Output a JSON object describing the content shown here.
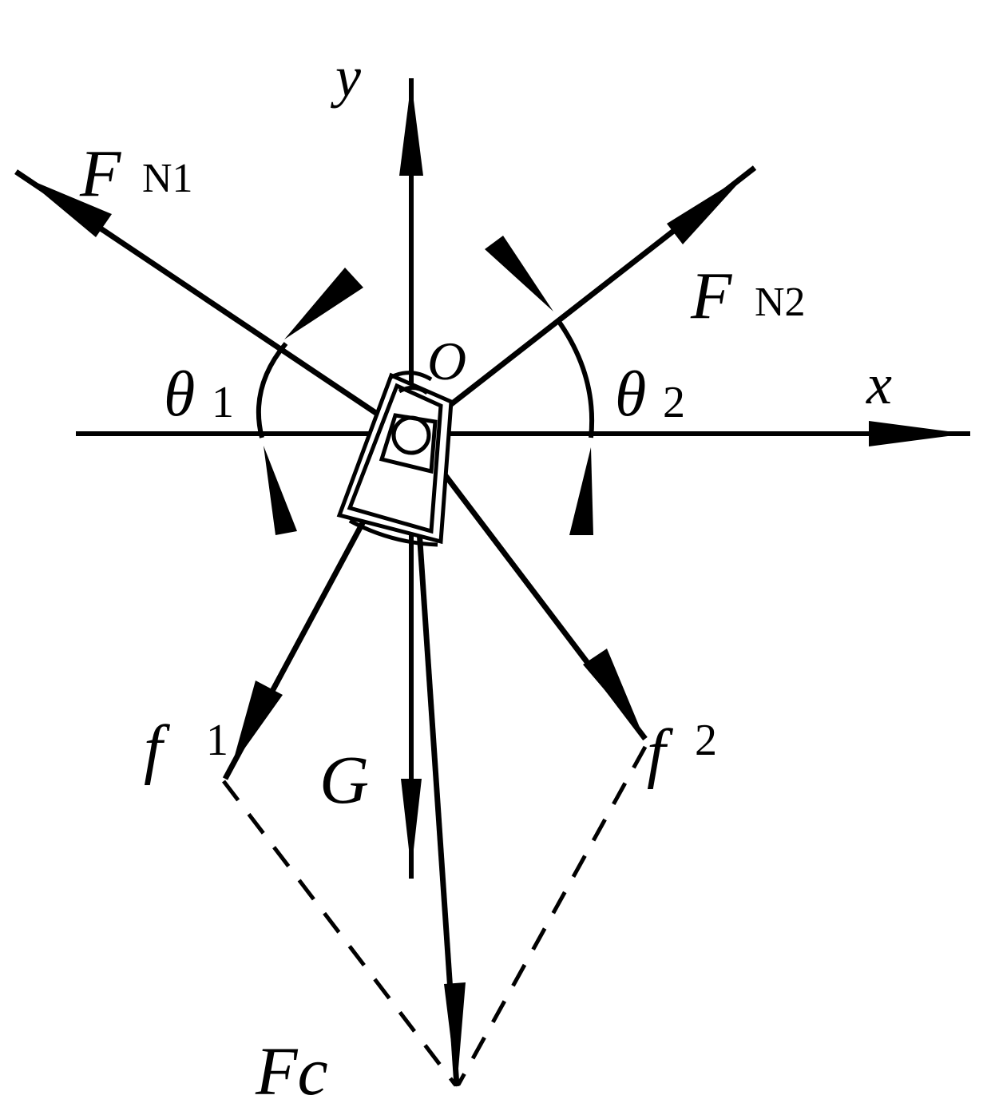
{
  "labels": {
    "y_axis": "y",
    "x_axis": "x",
    "origin": "O",
    "fn1_main": "F",
    "fn1_sub": "N1",
    "fn2_main": "F",
    "fn2_sub": "N2",
    "theta1_main": "θ",
    "theta1_sub": "1",
    "theta2_main": "θ",
    "theta2_sub": "2",
    "f1_main": "f",
    "f1_sub": "1",
    "f2_main": "f",
    "f2_sub": "2",
    "gravity": "G",
    "resultant": "Fc"
  },
  "colors": {
    "ink": "#000000",
    "background": "#ffffff"
  }
}
